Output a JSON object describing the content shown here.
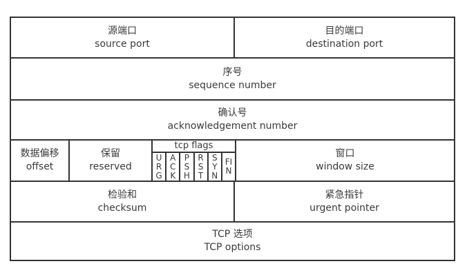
{
  "diagram": {
    "name": "TCP header format",
    "colors": {
      "border": "#333333",
      "text": "#3a3a3a",
      "background": "#ffffff"
    },
    "cells": {
      "source_port": {
        "zh": "源端口",
        "en": "source port"
      },
      "destination_port": {
        "zh": "目的端口",
        "en": "destination port"
      },
      "sequence_number": {
        "zh": "序号",
        "en": "sequence number"
      },
      "acknowledgement_number": {
        "zh": "确认号",
        "en": "acknowledgement number"
      },
      "offset": {
        "zh": "数据偏移",
        "en": "offset"
      },
      "reserved": {
        "zh": "保留",
        "en": "reserved"
      },
      "window_size": {
        "zh": "窗口",
        "en": "window size"
      },
      "checksum": {
        "zh": "检验和",
        "en": "checksum"
      },
      "urgent_pointer": {
        "zh": "紧急指针",
        "en": "urgent pointer"
      },
      "tcp_options": {
        "zh": "TCP 选项",
        "en": "TCP options"
      }
    },
    "flags": {
      "label": "tcp flags",
      "items": [
        "URG",
        "ACK",
        "PSH",
        "RST",
        "SYN",
        "FIN"
      ]
    }
  }
}
